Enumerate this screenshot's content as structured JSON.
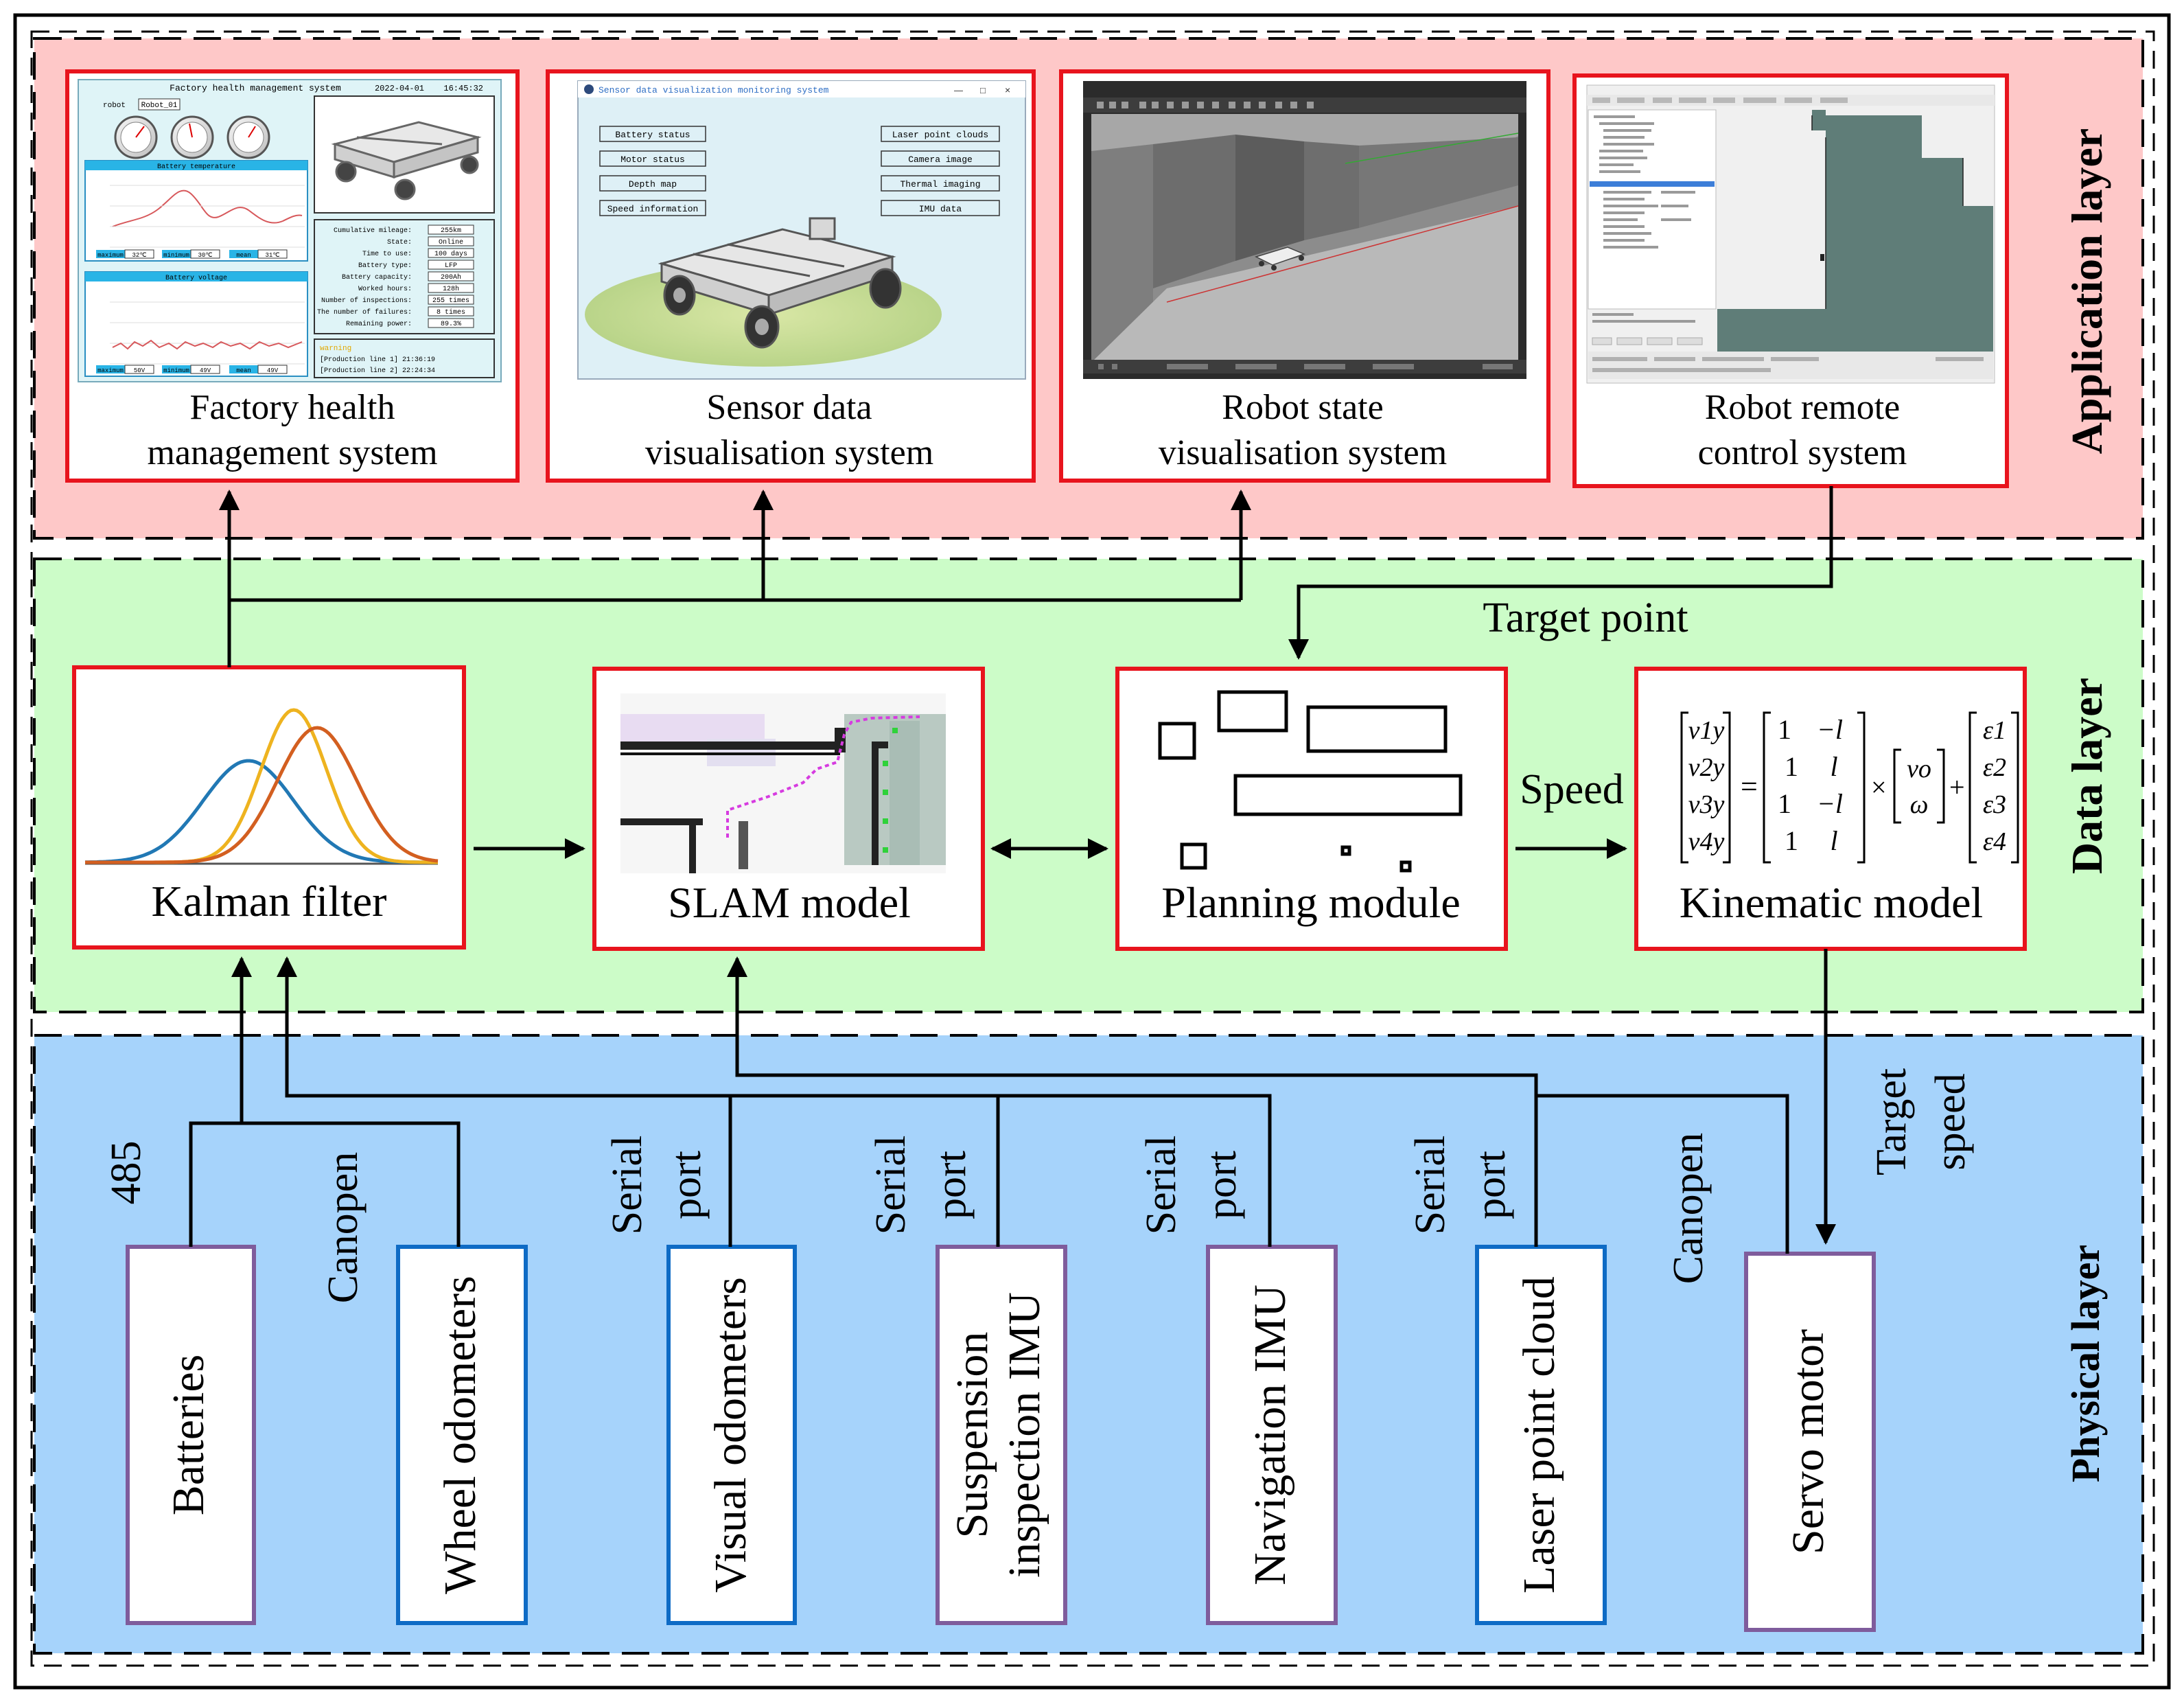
{
  "layers": {
    "application": "Application layer",
    "data": "Data layer",
    "physical": "Physical layer"
  },
  "application_systems": [
    {
      "title_line1": "Factory health",
      "title_line2": "management system"
    },
    {
      "title_line1": "Sensor data",
      "title_line2": "visualisation system"
    },
    {
      "title_line1": "Robot state",
      "title_line2": "visualisation system"
    },
    {
      "title_line1": "Robot remote",
      "title_line2": "control system"
    }
  ],
  "factory_health_screen": {
    "header": "Factory health management system",
    "date": "2022-04-01",
    "time": "16:45:32",
    "robot_label": "robot",
    "robot_value": "Robot_01",
    "temp_chart_title": "Battery temperature",
    "voltage_chart_title": "Battery voltage",
    "temp_stats": [
      "maximum",
      "32℃",
      "minimum",
      "30℃",
      "mean",
      "31℃"
    ],
    "voltage_stats": [
      "maximum",
      "50V",
      "minimum",
      "49V",
      "mean",
      "49V"
    ],
    "info": [
      {
        "label": "Cumulative mileage:",
        "value": "255km"
      },
      {
        "label": "State:",
        "value": "Online"
      },
      {
        "label": "Time to use:",
        "value": "100 days"
      },
      {
        "label": "Battery type:",
        "value": "LFP"
      },
      {
        "label": "Battery capacity:",
        "value": "200Ah"
      },
      {
        "label": "Worked hours:",
        "value": "128h"
      },
      {
        "label": "Number of inspections:",
        "value": "255 times"
      },
      {
        "label": "The number of failures:",
        "value": "8 times"
      },
      {
        "label": "Remaining power:",
        "value": "89.3%"
      }
    ],
    "warning_label": "warning",
    "warning_lines": [
      "[Production line 1] 21:36:19",
      "[Production line 2] 22:24:34"
    ]
  },
  "sensor_screen": {
    "window_title": "Sensor data visualization monitoring system",
    "window_controls": [
      "—",
      "□",
      "×"
    ],
    "left_buttons": [
      "Battery status",
      "Motor status",
      "Depth map",
      "Speed information"
    ],
    "right_buttons": [
      "Laser point clouds",
      "Camera image",
      "Thermal imaging",
      "IMU data"
    ]
  },
  "data_modules": {
    "kalman": "Kalman filter",
    "slam": "SLAM model",
    "planning": "Planning module",
    "kinematic": "Kinematic model"
  },
  "equation": {
    "lhs": [
      "v1y",
      "v2y",
      "v3y",
      "v4y"
    ],
    "matrix": [
      [
        "1",
        "−l"
      ],
      [
        "1",
        "l"
      ],
      [
        "1",
        "−l"
      ],
      [
        "1",
        "l"
      ]
    ],
    "vec": [
      "vo",
      "ω"
    ],
    "eps": [
      "ε1",
      "ε2",
      "ε3",
      "ε4"
    ]
  },
  "edge_labels": {
    "target_point": "Target point",
    "speed": "Speed",
    "target_speed_1": "Target",
    "target_speed_2": "speed"
  },
  "devices": [
    {
      "name": "Batteries",
      "protocol": [
        "485"
      ]
    },
    {
      "name": "Wheel odometers",
      "protocol": [
        "Canopen"
      ]
    },
    {
      "name": "Visual odometers",
      "protocol": [
        "Serial",
        "port"
      ]
    },
    {
      "name_line1": "Suspension",
      "name_line2": "inspection IMU",
      "protocol": [
        "Serial",
        "port"
      ]
    },
    {
      "name": "Navigation IMU",
      "protocol": [
        "Serial",
        "port"
      ]
    },
    {
      "name": "Laser point cloud",
      "protocol": [
        "Serial",
        "port"
      ]
    },
    {
      "name": "Servo motor",
      "protocol": [
        "Canopen"
      ]
    }
  ],
  "colors": {
    "app_bg": "#fec8c8",
    "data_bg": "#ccfcc8",
    "phys_bg": "#a6d3fb",
    "red_box": "#e8141d",
    "blue_box": "#0e6bc5",
    "purple_box": "#7f5c9c",
    "kalman_blue": "#2178b4",
    "kalman_yellow": "#eeb31f",
    "kalman_orange": "#d35f20"
  }
}
